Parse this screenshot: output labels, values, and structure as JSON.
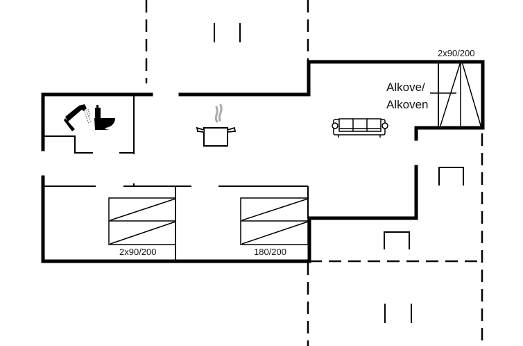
{
  "floorplan": {
    "title": "Floor plan",
    "colors": {
      "wall": "#000000",
      "background": "#ffffff",
      "steam": "#aaaaaa"
    },
    "rooms": [
      {
        "id": "bathroom",
        "icons": [
          "shower-icon",
          "toilet-icon"
        ]
      },
      {
        "id": "kitchen",
        "icons": [
          "cooking-pot-icon"
        ]
      },
      {
        "id": "living-room",
        "icons": [
          "sofa-icon"
        ]
      },
      {
        "id": "alcove",
        "label_line1": "Alkove/",
        "label_line2": "Alkoven",
        "bed_label": "2x90/200"
      },
      {
        "id": "bedroom-1",
        "bed_label": "2x90/200"
      },
      {
        "id": "bedroom-2",
        "bed_label": "180/200"
      }
    ],
    "labels": {
      "alcove_bed": "2x90/200",
      "alcove_line1": "Alkove/",
      "alcove_line2": "Alkoven",
      "bedroom1_bed": "2x90/200",
      "bedroom2_bed": "180/200"
    }
  }
}
